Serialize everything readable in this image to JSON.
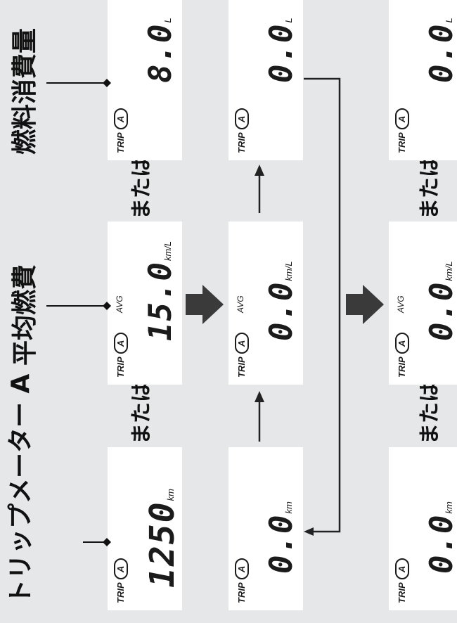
{
  "labels": {
    "trip_meter": "トリップメーター A",
    "avg_fuel": "平均燃費",
    "fuel_used": "燃料消費量"
  },
  "or_text": "または",
  "trip_label": "TRIP",
  "trip_badge": "A",
  "avg_label": "AVG",
  "col1": {
    "trip": {
      "value": "1250",
      "unit": "km"
    },
    "avg": {
      "value": "15.0",
      "unit": "km/L"
    },
    "fuel": {
      "value": "8.0",
      "unit": "L"
    }
  },
  "col2": {
    "trip": {
      "value": "0.0",
      "unit": "km"
    },
    "avg": {
      "value": "0.0",
      "unit": "km/L"
    },
    "fuel": {
      "value": "0.0",
      "unit": "L"
    }
  },
  "col3": {
    "trip": {
      "value": "0.0",
      "unit": "km"
    },
    "avg": {
      "value": "0.0",
      "unit": "km/L"
    },
    "fuel": {
      "value": "0.0",
      "unit": "L"
    }
  }
}
